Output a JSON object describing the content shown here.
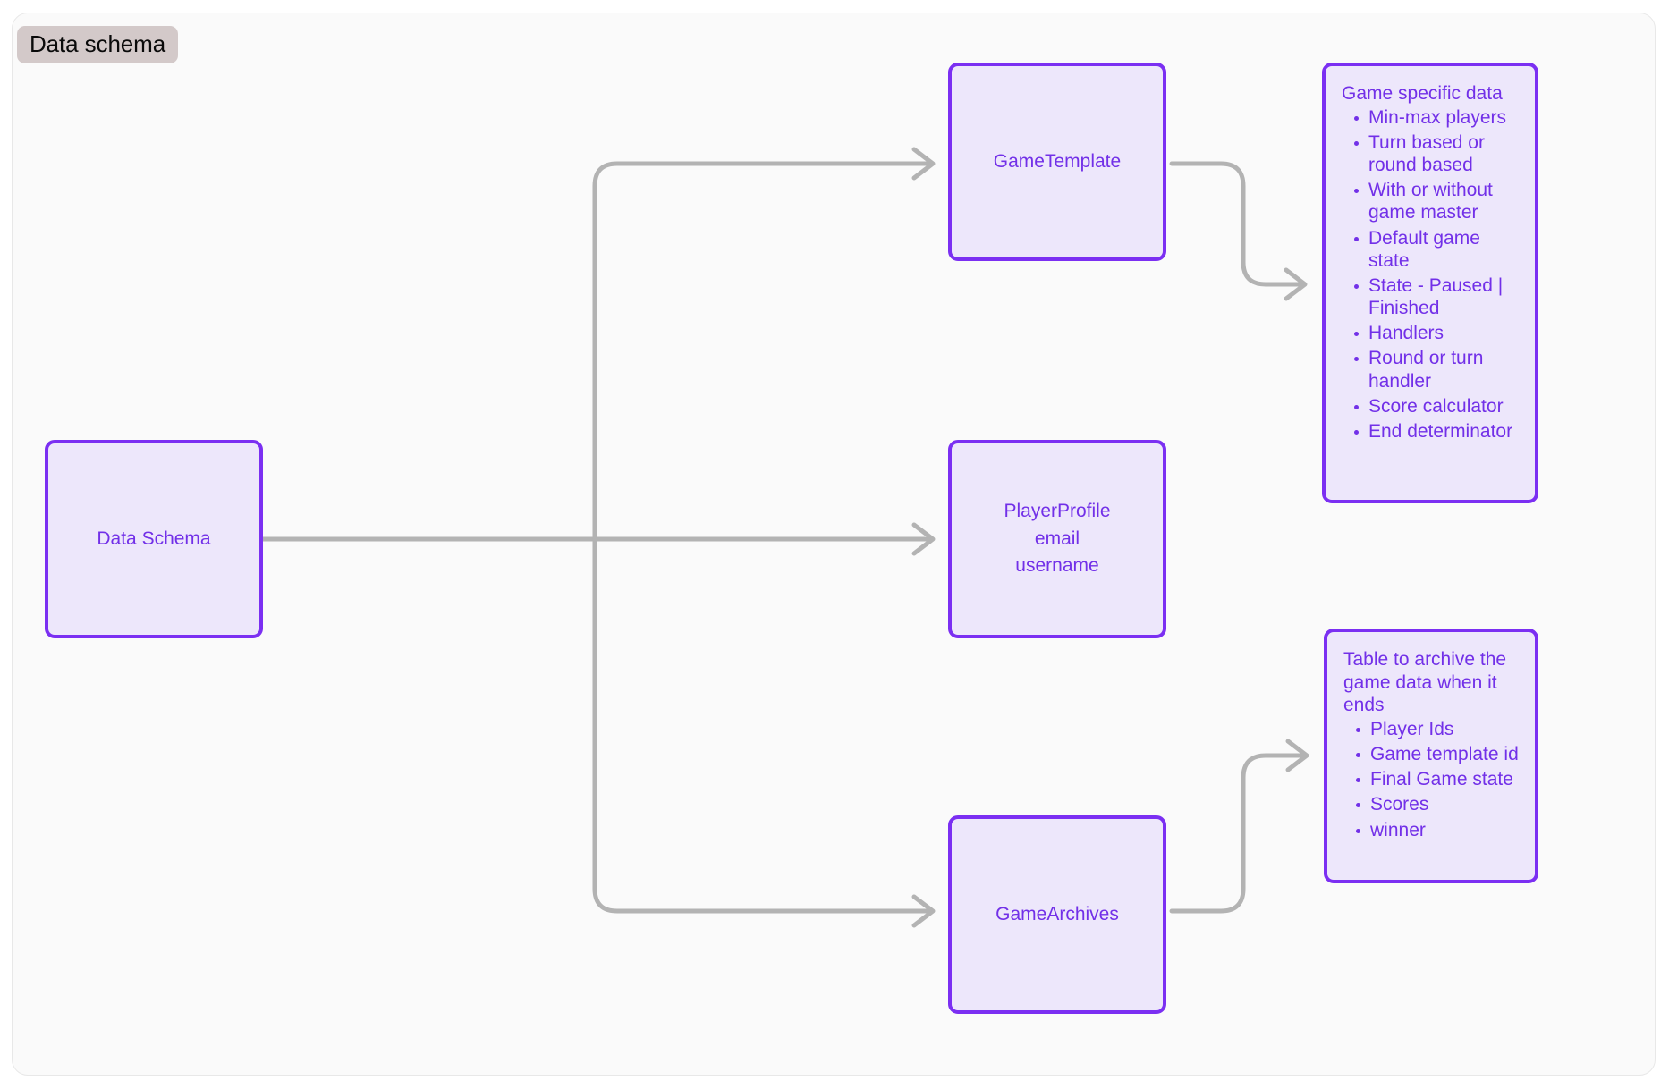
{
  "diagram": {
    "title": "Data schema",
    "theme": {
      "page_background": "#ffffff",
      "canvas_background": "#fafafa",
      "canvas_border": "#e8e8e8",
      "title_badge_background": "#d3c9c9",
      "title_badge_text": "#0a0a0a",
      "node_fill": "#ede7fb",
      "node_border": "#7b2ff2",
      "node_text": "#7230e8",
      "edge_color": "#b3b3b3"
    },
    "nodes": {
      "data_schema": {
        "label": "Data Schema"
      },
      "game_template": {
        "label": "GameTemplate"
      },
      "player_profile": {
        "line1": "PlayerProfile",
        "line2": "email",
        "line3": "username"
      },
      "game_archives": {
        "label": "GameArchives"
      },
      "game_specific_data": {
        "heading": "Game specific data",
        "items": [
          "Min-max players",
          "Turn based or round based",
          "With or without game master",
          "Default game state",
          "State - Paused | Finished",
          "Handlers",
          "Round or turn handler",
          "Score calculator",
          "End determinator"
        ]
      },
      "archive_table": {
        "heading": "Table to archive the game data when it ends",
        "items": [
          "Player Ids",
          "Game template id",
          "Final Game state",
          "Scores",
          "winner"
        ]
      }
    },
    "edges": [
      {
        "from": "data_schema",
        "to": "game_template",
        "style": "orthogonal-rounded",
        "arrow": "chevron"
      },
      {
        "from": "data_schema",
        "to": "player_profile",
        "style": "straight",
        "arrow": "chevron"
      },
      {
        "from": "data_schema",
        "to": "game_archives",
        "style": "orthogonal-rounded",
        "arrow": "chevron"
      },
      {
        "from": "game_template",
        "to": "game_specific_data",
        "style": "s-curve-down",
        "arrow": "chevron"
      },
      {
        "from": "game_archives",
        "to": "archive_table",
        "style": "s-curve-up",
        "arrow": "chevron"
      }
    ]
  }
}
